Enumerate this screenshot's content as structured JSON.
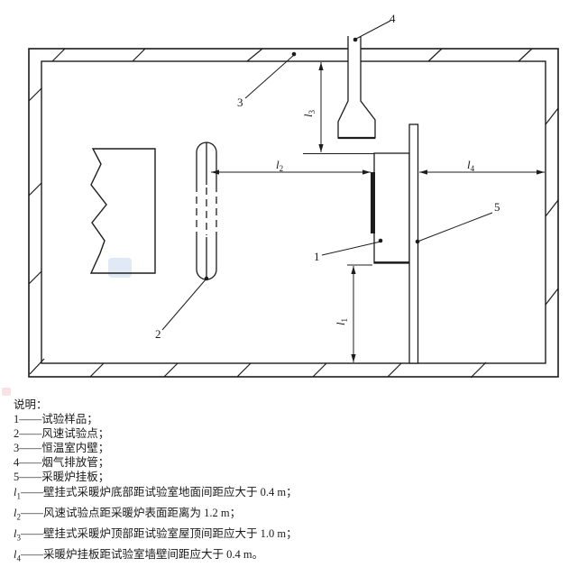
{
  "figure": {
    "line_color": "#1c1c1c",
    "watermark_color": "#8fb3e0",
    "watermark2_color": "#e8a0b4",
    "callouts": {
      "c1": "1",
      "c2": "2",
      "c3": "3",
      "c4": "4",
      "c5": "5"
    },
    "dims": {
      "l1": {
        "base": "l",
        "sub": "1"
      },
      "l2": {
        "base": "l",
        "sub": "2"
      },
      "l3": {
        "base": "l",
        "sub": "3"
      },
      "l4": {
        "base": "l",
        "sub": "4"
      }
    }
  },
  "legend": {
    "heading": "说明：",
    "items": [
      {
        "label": "1",
        "sep": "——",
        "text": "试验样品；"
      },
      {
        "label": "2",
        "sep": "——",
        "text": "风速试验点；"
      },
      {
        "label": "3",
        "sep": "——",
        "text": "恒温室内壁；"
      },
      {
        "label": "4",
        "sep": "——",
        "text": "烟气排放管；"
      },
      {
        "label": "5",
        "sep": "——",
        "text": "采暖炉挂板；"
      }
    ],
    "dim_items": [
      {
        "base": "l",
        "sub": "1",
        "sep": "——",
        "text": "壁挂式采暖炉底部距试验室地面间距应大于 0.4 m；"
      },
      {
        "base": "l",
        "sub": "2",
        "sep": "——",
        "text": "风速试验点距采暖炉表面距离为 1.2 m；"
      },
      {
        "base": "l",
        "sub": "3",
        "sep": "——",
        "text": "壁挂式采暖炉顶部距试验室屋顶间距应大于 1.0 m；"
      },
      {
        "base": "l",
        "sub": "4",
        "sep": "——",
        "text": "采暖炉挂板距试验室墙壁间距应大于 0.4 m。"
      }
    ]
  }
}
